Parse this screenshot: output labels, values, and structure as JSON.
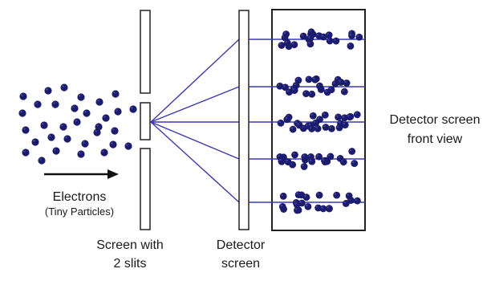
{
  "labels": {
    "electrons": "Electrons",
    "tiny_particles": "(Tiny Particles)",
    "screen_line1": "Screen with",
    "screen_line2": "2 slits",
    "detector_line1": "Detector",
    "detector_line2": "screen",
    "front_view_line1": "Detector screen",
    "front_view_line2": "front view"
  },
  "colors": {
    "particle": "#1c1c6e",
    "particle_highlight": "#3c3c9c",
    "ray": "#3a3ab4",
    "outline": "#222222",
    "text": "#1a1a1a"
  },
  "icons": {
    "arrow": "right-arrow-icon",
    "particle": "electron-dot"
  },
  "band_count": 5
}
